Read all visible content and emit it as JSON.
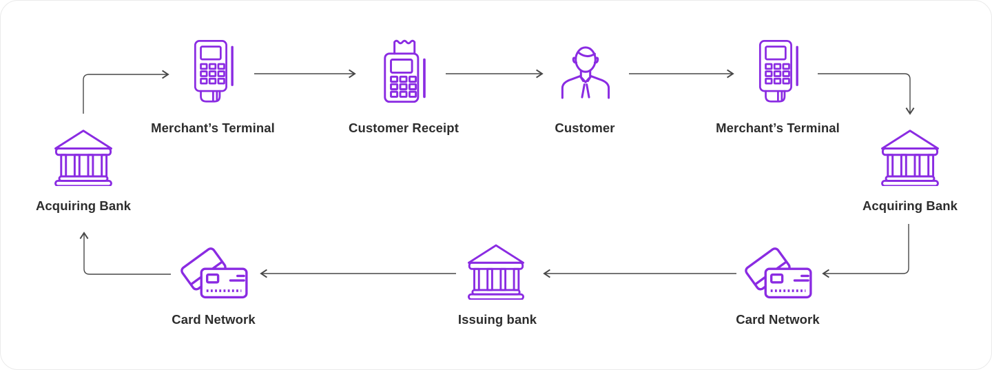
{
  "colors": {
    "accent": "#8A2BE2",
    "arrow": "#474747",
    "text": "#2D2D2D",
    "background": "#FFFFFF",
    "card_border": "#EAEAEA"
  },
  "nodes": {
    "acquiring_bank_left": {
      "label": "Acquiring Bank",
      "icon": "bank-icon"
    },
    "merchant_terminal_1": {
      "label": "Merchant’s Terminal",
      "icon": "pos-terminal-icon"
    },
    "customer_receipt": {
      "label": "Customer Receipt",
      "icon": "receipt-terminal-icon"
    },
    "customer": {
      "label": "Customer",
      "icon": "person-icon"
    },
    "merchant_terminal_2": {
      "label": "Merchant’s Terminal",
      "icon": "pos-terminal-icon"
    },
    "acquiring_bank_right": {
      "label": "Acquiring Bank",
      "icon": "bank-icon"
    },
    "card_network_right": {
      "label": "Card Network",
      "icon": "credit-cards-icon"
    },
    "issuing_bank": {
      "label": "Issuing bank",
      "icon": "bank-icon"
    },
    "card_network_left": {
      "label": "Card Network",
      "icon": "credit-cards-icon"
    }
  },
  "arrows": [
    {
      "from": "acquiring_bank_left",
      "to": "merchant_terminal_1"
    },
    {
      "from": "merchant_terminal_1",
      "to": "customer_receipt"
    },
    {
      "from": "customer_receipt",
      "to": "customer"
    },
    {
      "from": "customer",
      "to": "merchant_terminal_2"
    },
    {
      "from": "merchant_terminal_2",
      "to": "acquiring_bank_right"
    },
    {
      "from": "acquiring_bank_right",
      "to": "card_network_right"
    },
    {
      "from": "card_network_right",
      "to": "issuing_bank"
    },
    {
      "from": "issuing_bank",
      "to": "card_network_left"
    },
    {
      "from": "card_network_left",
      "to": "acquiring_bank_left"
    }
  ]
}
